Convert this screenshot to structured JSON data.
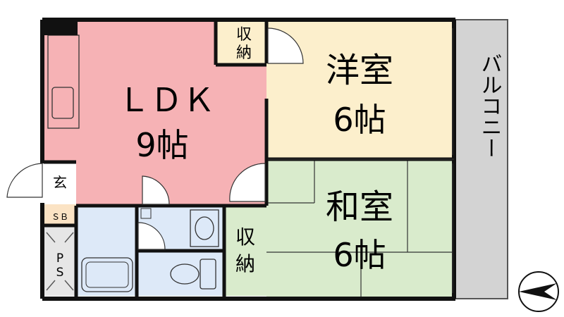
{
  "rooms": {
    "ldk": {
      "name": "ＬＤＫ",
      "size": "9帖"
    },
    "western": {
      "name": "洋室",
      "size": "6帖"
    },
    "japanese": {
      "name": "和室",
      "size": "6帖"
    },
    "balcony": {
      "name": "バルコニー"
    },
    "storage_top": {
      "line1": "収",
      "line2": "納"
    },
    "storage_mid": {
      "line1": "収",
      "line2": "納"
    },
    "entrance": {
      "name": "玄"
    },
    "shoe_box": {
      "name": "ＳＢ"
    },
    "pipe_space": {
      "line1": "P",
      "line2": "S"
    }
  },
  "colors": {
    "ldk": "#f6b2b5",
    "western": "#fcefcc",
    "japanese": "#d9ebcc",
    "wet_area": "#dde9f8",
    "balcony": "#d3d3d3",
    "wall": "#111111"
  }
}
